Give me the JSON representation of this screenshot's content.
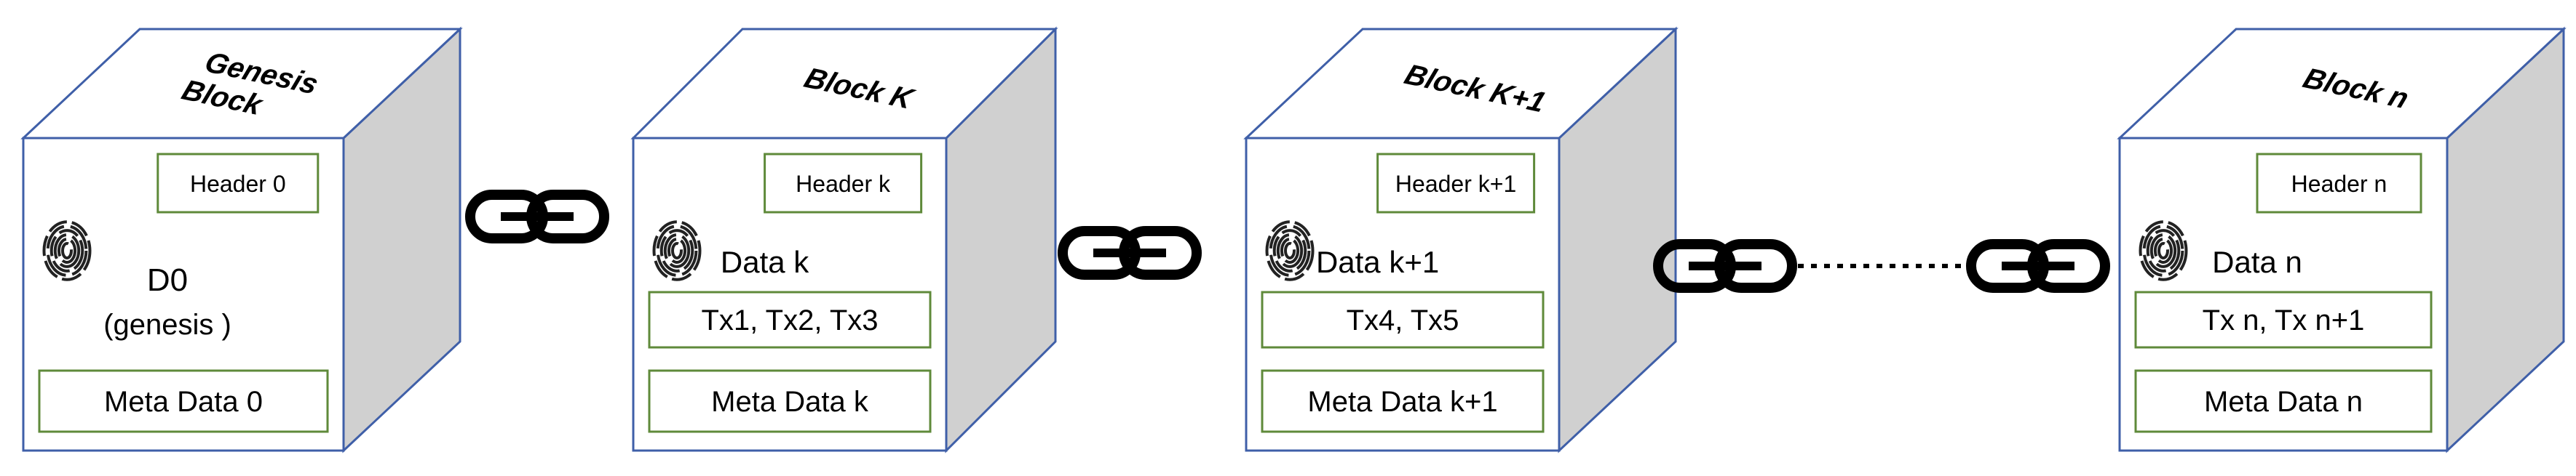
{
  "colors": {
    "cube_outline": "#3f5fa8",
    "cube_front": "#ffffff",
    "cube_top": "#ffffff",
    "cube_side": "#d0d0d0",
    "box_border": "#5f8a3a",
    "chain": "#000000"
  },
  "blocks": [
    {
      "title": "Genesis Block",
      "title_lines": [
        "Genesis",
        "Block"
      ],
      "header": "Header 0",
      "data_lines": [
        "D0",
        "(genesis )"
      ],
      "tx": "",
      "meta": "Meta Data 0",
      "icon": "fingerprint-icon"
    },
    {
      "title": "Block  K",
      "title_lines": [
        "Block  K"
      ],
      "header": "Header k",
      "data_lines": [
        "Data k"
      ],
      "tx": "Tx1, Tx2, Tx3",
      "meta": "Meta Data k",
      "icon": "fingerprint-icon"
    },
    {
      "title": "Block K+1",
      "title_lines": [
        "Block K+1"
      ],
      "header": "Header k+1",
      "data_lines": [
        "Data k+1"
      ],
      "tx": "Tx4, Tx5",
      "meta": "Meta Data k+1",
      "icon": "fingerprint-icon"
    },
    {
      "title": "Block n",
      "title_lines": [
        "Block n"
      ],
      "header": "Header n",
      "data_lines": [
        "Data n"
      ],
      "tx": "Tx n, Tx n+1",
      "meta": "Meta Data n",
      "icon": "fingerprint-icon"
    }
  ],
  "connectors": [
    {
      "icon": "chain-link-icon",
      "from": 0,
      "to": 1,
      "dotted": false
    },
    {
      "icon": "chain-link-icon",
      "from": 1,
      "to": 2,
      "dotted": false
    },
    {
      "icon": "chain-link-icon",
      "from": 2,
      "to": 3,
      "dotted": true
    }
  ]
}
